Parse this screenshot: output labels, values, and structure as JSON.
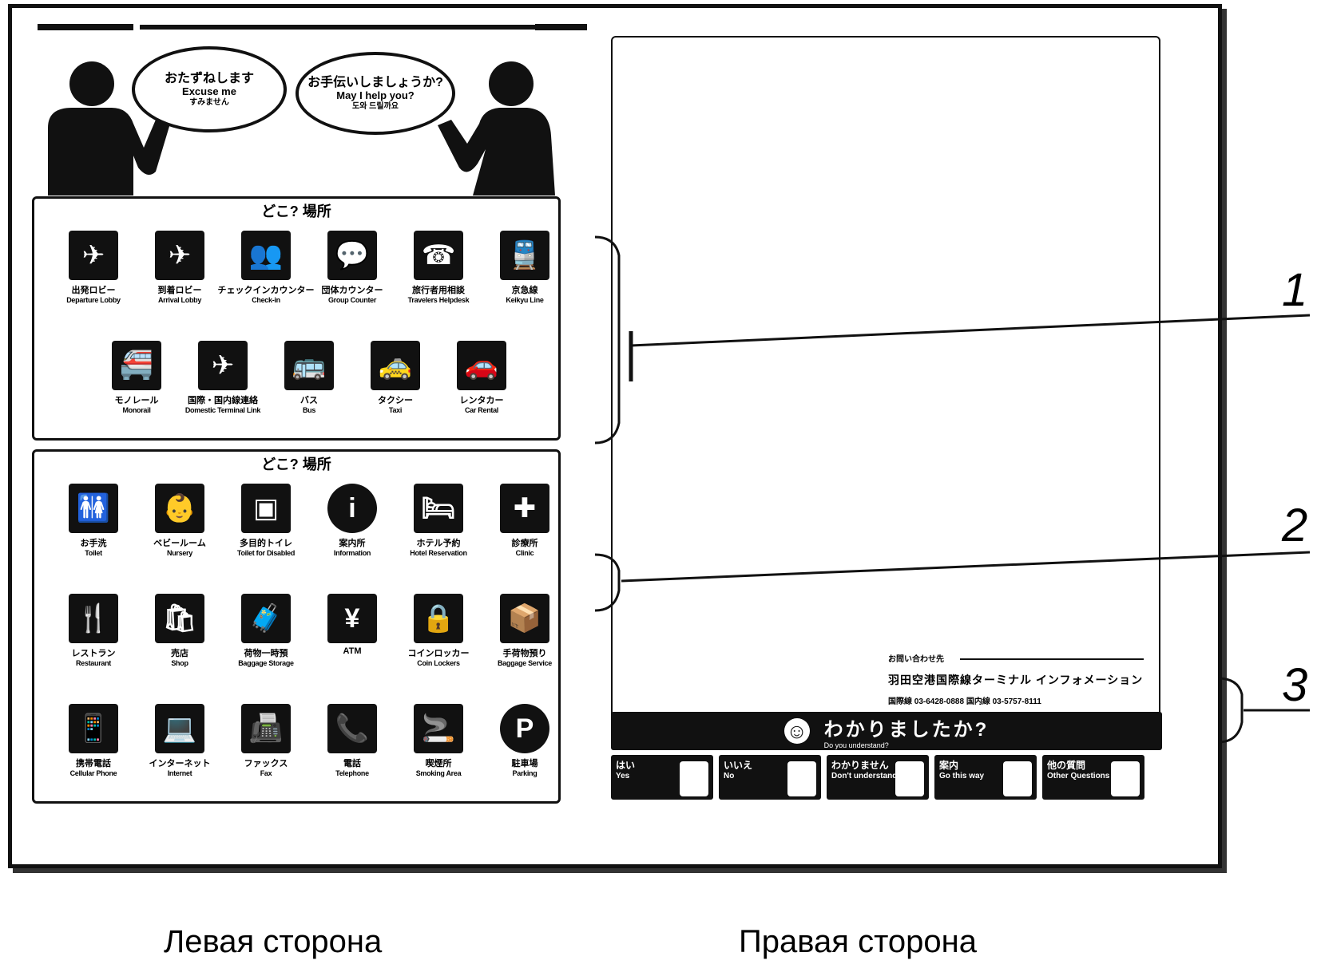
{
  "header": {
    "left_bubble": {
      "jp": "おたずねします",
      "en": "Excuse me",
      "sub": "すみません"
    },
    "right_bubble": {
      "jp": "お手伝いしましょうか?",
      "en": "May I help you?",
      "sub": "도와 드릴까요"
    }
  },
  "panel_top": {
    "title": "どこ?  場所",
    "items": [
      {
        "icon": "departure-plane-icon",
        "glyph": "✈",
        "jp": "出発ロビー",
        "en": "Departure Lobby"
      },
      {
        "icon": "arrival-plane-icon",
        "glyph": "✈",
        "jp": "到着ロビー",
        "en": "Arrival Lobby"
      },
      {
        "icon": "check-in-counter-icon",
        "glyph": "👥",
        "jp": "チェックインカウンター",
        "en": "Check-in"
      },
      {
        "icon": "group-counter-icon",
        "glyph": "💬",
        "jp": "団体カウンター",
        "en": "Group Counter"
      },
      {
        "icon": "travelers-help-icon",
        "glyph": "☎",
        "jp": "旅行者用相談",
        "en": "Travelers Helpdesk"
      },
      {
        "icon": "railway-icon",
        "glyph": "🚆",
        "jp": "京急線",
        "en": "Keikyu Line"
      },
      {
        "icon": "monorail-icon",
        "glyph": "🚝",
        "jp": "モノレール",
        "en": "Monorail"
      },
      {
        "icon": "terminal-link-icon",
        "glyph": "✈",
        "jp": "国際・国内線連絡",
        "en": "Domestic Terminal Link"
      },
      {
        "icon": "bus-icon",
        "glyph": "🚌",
        "jp": "バス",
        "en": "Bus"
      },
      {
        "icon": "taxi-icon",
        "glyph": "🚕",
        "jp": "タクシー",
        "en": "Taxi"
      },
      {
        "icon": "rental-car-icon",
        "glyph": "🚗",
        "jp": "レンタカー",
        "en": "Car Rental"
      }
    ]
  },
  "panel_bottom": {
    "title": "どこ?  場所",
    "items": [
      {
        "icon": "toilet-icon",
        "glyph": "🚻",
        "jp": "お手洗",
        "en": "Toilet"
      },
      {
        "icon": "baby-room-icon",
        "glyph": "👶",
        "jp": "ベビールーム",
        "en": "Nursery"
      },
      {
        "icon": "multipurpose-toilet-icon",
        "glyph": "▣",
        "jp": "多目的トイレ",
        "en": "Toilet for Disabled"
      },
      {
        "icon": "information-icon",
        "glyph": "i",
        "jp": "案内所",
        "en": "Information"
      },
      {
        "icon": "hotel-icon",
        "glyph": "🛏",
        "jp": "ホテル予約",
        "en": "Hotel Reservation"
      },
      {
        "icon": "clinic-icon",
        "glyph": "✚",
        "jp": "診療所",
        "en": "Clinic"
      },
      {
        "icon": "restaurant-icon",
        "glyph": "🍴",
        "jp": "レストラン",
        "en": "Restaurant"
      },
      {
        "icon": "shop-icon",
        "glyph": "🛍",
        "jp": "売店",
        "en": "Shop"
      },
      {
        "icon": "baggage-icon",
        "glyph": "🧳",
        "jp": "荷物一時預",
        "en": "Baggage Storage"
      },
      {
        "icon": "atm-icon",
        "glyph": "¥",
        "jp": "ATM",
        "en": ""
      },
      {
        "icon": "coin-locker-icon",
        "glyph": "🔒",
        "jp": "コインロッカー",
        "en": "Coin Lockers"
      },
      {
        "icon": "baggage-wrap-icon",
        "glyph": "📦",
        "jp": "手荷物預り",
        "en": "Baggage Service"
      },
      {
        "icon": "mobile-phone-icon",
        "glyph": "📱",
        "jp": "携帯電話",
        "en": "Cellular Phone"
      },
      {
        "icon": "internet-icon",
        "glyph": "💻",
        "jp": "インターネット",
        "en": "Internet"
      },
      {
        "icon": "fax-icon",
        "glyph": "📠",
        "jp": "ファックス",
        "en": "Fax"
      },
      {
        "icon": "telephone-icon",
        "glyph": "📞",
        "jp": "電話",
        "en": "Telephone"
      },
      {
        "icon": "smoking-icon",
        "glyph": "🚬",
        "jp": "喫煙所",
        "en": "Smoking Area"
      },
      {
        "icon": "parking-icon",
        "glyph": "P",
        "jp": "駐車場",
        "en": "Parking"
      }
    ]
  },
  "info": {
    "label": "お問い合わせ先",
    "name": "羽田空港国際線ターミナル インフォメーション",
    "detail": "国際線 03-6428-0888  国内線 03-5757-8111"
  },
  "banner": {
    "jp": "わかりましたか?",
    "en": "Do you understand?"
  },
  "buttons": [
    {
      "jp": "はい",
      "en": "Yes"
    },
    {
      "jp": "いいえ",
      "en": "No"
    },
    {
      "jp": "わかりません",
      "en": "Don't understand"
    },
    {
      "jp": "案内",
      "en": "Go this way"
    },
    {
      "jp": "他の質問",
      "en": "Other Questions"
    }
  ],
  "callouts": [
    "1",
    "2",
    "3"
  ],
  "captions": {
    "left": "Левая сторона",
    "right": "Правая сторона"
  }
}
